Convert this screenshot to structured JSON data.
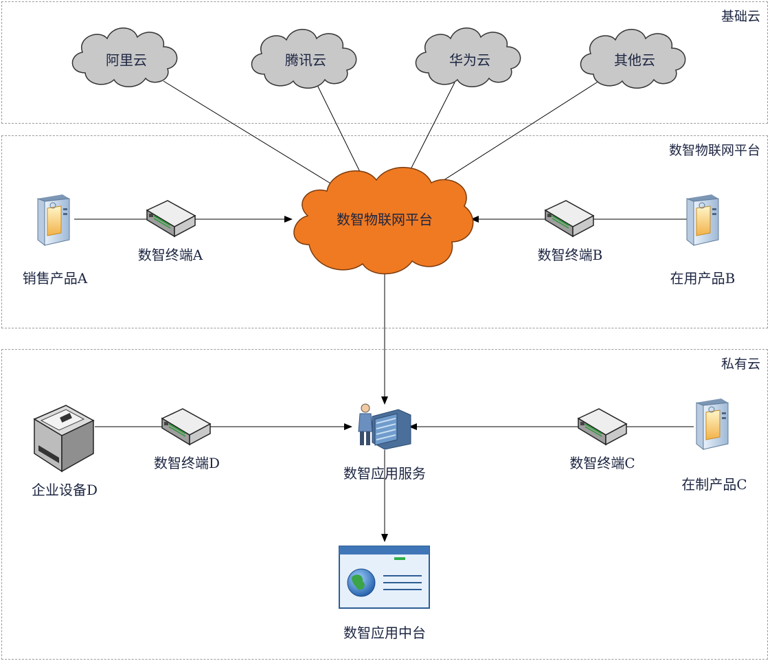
{
  "zones": {
    "base_cloud": "基础云",
    "iot_platform": "数智物联网平台",
    "private_cloud": "私有云"
  },
  "clouds": {
    "aliyun": "阿里云",
    "tencent": "腾讯云",
    "huawei": "华为云",
    "other": "其他云"
  },
  "hub": {
    "label": "数智物联网平台",
    "color": "#f07a22"
  },
  "nodes": {
    "product_a": "销售产品A",
    "terminal_a": "数智终端A",
    "terminal_b": "数智终端B",
    "product_b": "在用产品B",
    "device_d": "企业设备D",
    "terminal_d": "数智终端D",
    "app_service": "数智应用服务",
    "terminal_c": "数智终端C",
    "product_c": "在制产品C",
    "app_middle": "数智应用中台"
  }
}
